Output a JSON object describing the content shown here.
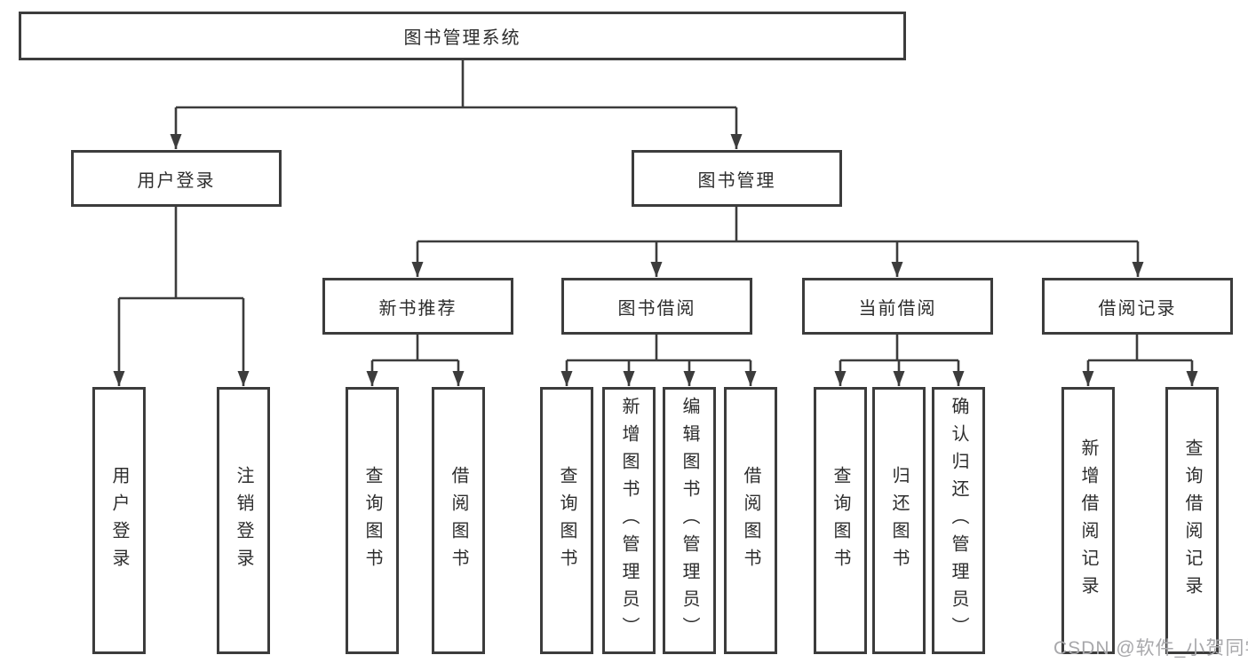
{
  "tree": {
    "root": {
      "label": "图书管理系统"
    },
    "user_login": {
      "label": "用户登录",
      "children": [
        {
          "label": "用户登录"
        },
        {
          "label": "注销登录"
        }
      ]
    },
    "book_management": {
      "label": "图书管理",
      "sections": [
        {
          "label": "新书推荐",
          "children": [
            {
              "label": "查询图书"
            },
            {
              "label": "借阅图书"
            }
          ]
        },
        {
          "label": "图书借阅",
          "children": [
            {
              "label": "查询图书"
            },
            {
              "label": "新增图书（管理员）"
            },
            {
              "label": "编辑图书（管理员）"
            },
            {
              "label": "借阅图书"
            }
          ]
        },
        {
          "label": "当前借阅",
          "children": [
            {
              "label": "查询图书"
            },
            {
              "label": "归还图书"
            },
            {
              "label": "确认归还（管理员）"
            }
          ]
        },
        {
          "label": "借阅记录",
          "children": [
            {
              "label": "新增借阅记录"
            },
            {
              "label": "查询借阅记录"
            }
          ]
        }
      ]
    }
  },
  "watermark": {
    "text": "CSDN @软件_小贺同学"
  },
  "colors": {
    "line": "#3c3c3c",
    "text": "#2d2d2d",
    "background": "#ffffff",
    "watermark": "#a8a8ab"
  }
}
